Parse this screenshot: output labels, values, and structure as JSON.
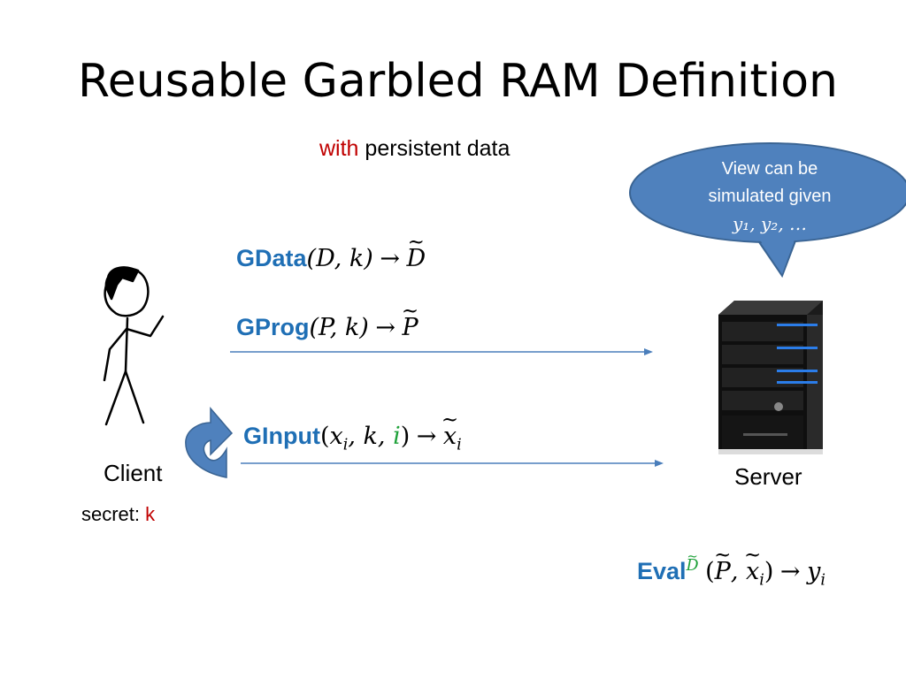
{
  "slide": {
    "title": "Reusable Garbled RAM Definition",
    "subtitle_with": "with",
    "subtitle_rest": " persistent data"
  },
  "bubble": {
    "line1": "View can be",
    "line2": "simulated given",
    "line3": "y₁, y₂, …"
  },
  "gdata": {
    "name": "GData",
    "args": "(D, k)",
    "arrow": "→",
    "result": "D"
  },
  "gprog": {
    "name": "GProg",
    "args": "(P, k)",
    "arrow": "→",
    "result": "P"
  },
  "ginput": {
    "name": "GInput",
    "open": "(",
    "x": "x",
    "x_sub": "i",
    "mid": ", k, ",
    "i": "i",
    "close": ")",
    "arrow": "→",
    "result": "x",
    "result_sub": "i"
  },
  "eval": {
    "name": "Eval",
    "sup": "D",
    "open": "(",
    "p": "P",
    "comma": ", ",
    "x": "x",
    "x_sub": "i",
    "close": ")",
    "arrow": "→",
    "y": "y",
    "y_sub": "i"
  },
  "client": {
    "label": "Client",
    "secret_label": "secret: ",
    "secret_value": "k"
  },
  "server": {
    "label": "Server"
  },
  "colors": {
    "blue": "#1f6fb5",
    "red": "#c00000",
    "green": "#1fa13a",
    "bubble": "#4f81bd"
  }
}
